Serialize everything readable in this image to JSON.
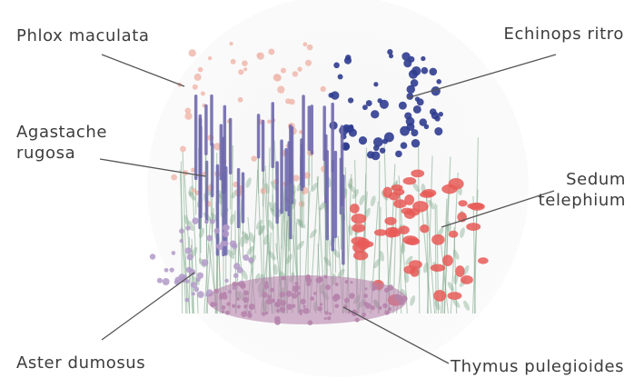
{
  "labels": {
    "phlox": "Phlox maculata",
    "echinops": "Echinops ritro",
    "agastache_line1": "Agastache",
    "agastache_line2": "rugosa",
    "sedum_line1": "Sedum",
    "sedum_line2": "telephium",
    "aster": "Aster dumosus",
    "thymus": "Thymus pulegioides"
  },
  "colors": {
    "text": "#3c3c3c",
    "leader": "#555555",
    "backdrop": "#f4f4f4",
    "phlox": "#f0b8ad",
    "echinops": "#2f3c8f",
    "agastache": "#6d66ad",
    "sedum": "#e85a57",
    "aster": "#b29ac8",
    "thymus": "#b583ab",
    "foliage": "#7ea889"
  }
}
